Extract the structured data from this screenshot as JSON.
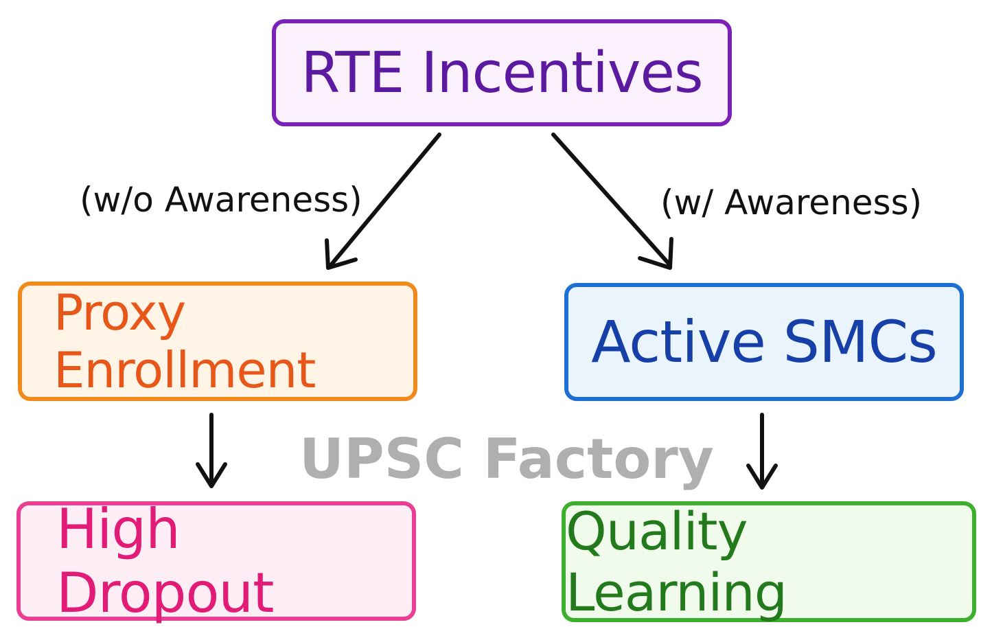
{
  "nodes": {
    "root": {
      "label": "RTE Incentives",
      "border": "#7a22b8",
      "fill": "#faf1fd",
      "text": "#5c1aa0"
    },
    "left": {
      "label": "Proxy Enrollment",
      "border": "#f08a1c",
      "fill": "#fff4e6",
      "text": "#e8571a"
    },
    "right": {
      "label": "Active SMCs",
      "border": "#1e6fd4",
      "fill": "#eaf4fd",
      "text": "#173fa8"
    },
    "left_bottom": {
      "label": "High Dropout",
      "border": "#ea3d94",
      "fill": "#fdeef5",
      "text": "#e21c76"
    },
    "right_bottom": {
      "label": "Quality Learning",
      "border": "#3dae2e",
      "fill": "#f1fbec",
      "text": "#237a1c"
    }
  },
  "edges": [
    {
      "from": "root",
      "to": "left",
      "label": "(w/o Awareness)"
    },
    {
      "from": "root",
      "to": "right",
      "label": "(w/ Awareness)"
    },
    {
      "from": "left",
      "to": "left_bottom",
      "label": ""
    },
    {
      "from": "right",
      "to": "right_bottom",
      "label": ""
    }
  ],
  "watermark": "UPSC Factory",
  "colors": {
    "arrow": "#111111"
  }
}
